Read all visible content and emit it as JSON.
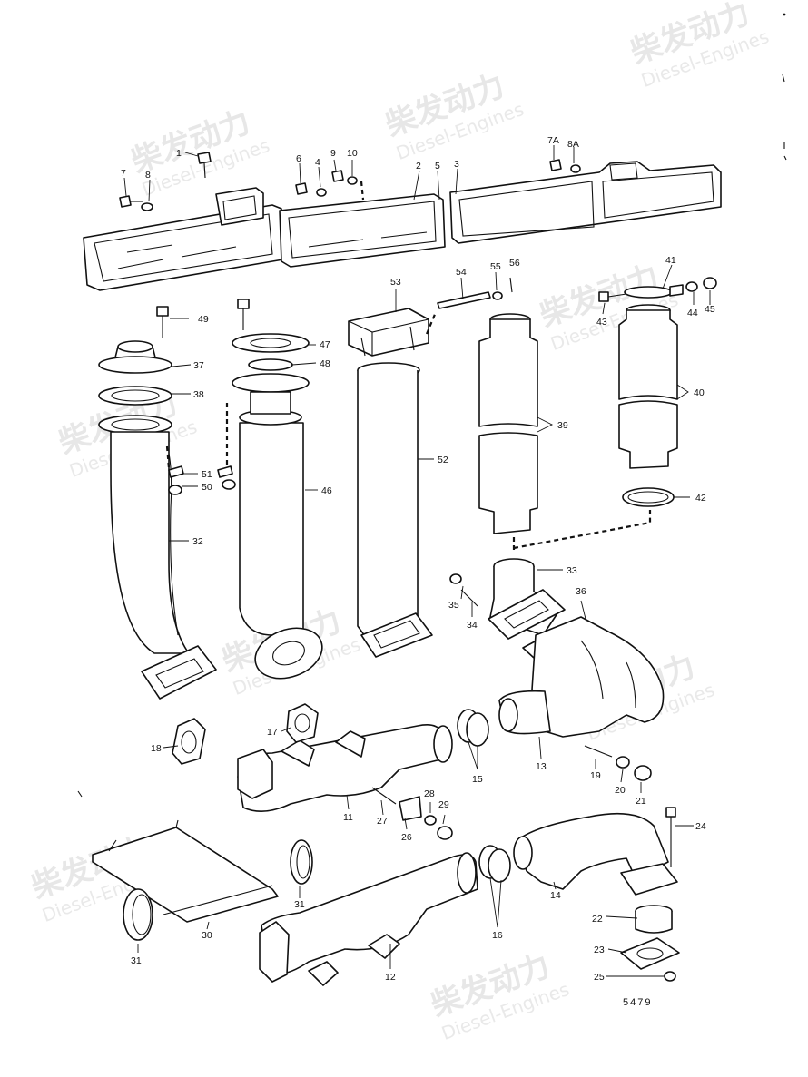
{
  "watermark": {
    "brand": "柴发动力",
    "sub": "Diesel-Engines"
  },
  "drawing_number": "5479",
  "callouts": [
    {
      "id": "c1",
      "text": "1"
    },
    {
      "id": "c7",
      "text": "7"
    },
    {
      "id": "c8",
      "text": "8"
    },
    {
      "id": "c6",
      "text": "6"
    },
    {
      "id": "c4",
      "text": "4"
    },
    {
      "id": "c9",
      "text": "9"
    },
    {
      "id": "c10",
      "text": "10"
    },
    {
      "id": "c2",
      "text": "2"
    },
    {
      "id": "c5",
      "text": "5"
    },
    {
      "id": "c3",
      "text": "3"
    },
    {
      "id": "c7A",
      "text": "7A"
    },
    {
      "id": "c8A",
      "text": "8A"
    },
    {
      "id": "c49",
      "text": "49"
    },
    {
      "id": "c37",
      "text": "37"
    },
    {
      "id": "c38",
      "text": "38"
    },
    {
      "id": "c47",
      "text": "47"
    },
    {
      "id": "c48",
      "text": "48"
    },
    {
      "id": "c53",
      "text": "53"
    },
    {
      "id": "c54",
      "text": "54"
    },
    {
      "id": "c55",
      "text": "55"
    },
    {
      "id": "c56",
      "text": "56"
    },
    {
      "id": "c41",
      "text": "41"
    },
    {
      "id": "c43",
      "text": "43"
    },
    {
      "id": "c44",
      "text": "44"
    },
    {
      "id": "c45",
      "text": "45"
    },
    {
      "id": "c40",
      "text": "40"
    },
    {
      "id": "c39",
      "text": "39"
    },
    {
      "id": "c51",
      "text": "51"
    },
    {
      "id": "c50",
      "text": "50"
    },
    {
      "id": "c46",
      "text": "46"
    },
    {
      "id": "c52",
      "text": "52"
    },
    {
      "id": "c42",
      "text": "42"
    },
    {
      "id": "c32",
      "text": "32"
    },
    {
      "id": "c33",
      "text": "33"
    },
    {
      "id": "c36",
      "text": "36"
    },
    {
      "id": "c35",
      "text": "35"
    },
    {
      "id": "c34",
      "text": "34"
    },
    {
      "id": "c17",
      "text": "17"
    },
    {
      "id": "c18",
      "text": "18"
    },
    {
      "id": "c15",
      "text": "15"
    },
    {
      "id": "c13",
      "text": "13"
    },
    {
      "id": "c19",
      "text": "19"
    },
    {
      "id": "c20",
      "text": "20"
    },
    {
      "id": "c21",
      "text": "21"
    },
    {
      "id": "c11",
      "text": "11"
    },
    {
      "id": "c27",
      "text": "27"
    },
    {
      "id": "c28",
      "text": "28"
    },
    {
      "id": "c29",
      "text": "29"
    },
    {
      "id": "c26",
      "text": "26"
    },
    {
      "id": "c24",
      "text": "24"
    },
    {
      "id": "c16",
      "text": "16"
    },
    {
      "id": "c14",
      "text": "14"
    },
    {
      "id": "c22",
      "text": "22"
    },
    {
      "id": "c23",
      "text": "23"
    },
    {
      "id": "c25",
      "text": "25"
    },
    {
      "id": "c30",
      "text": "30"
    },
    {
      "id": "c31a",
      "text": "31"
    },
    {
      "id": "c31b",
      "text": "31"
    },
    {
      "id": "c12",
      "text": "12"
    }
  ]
}
